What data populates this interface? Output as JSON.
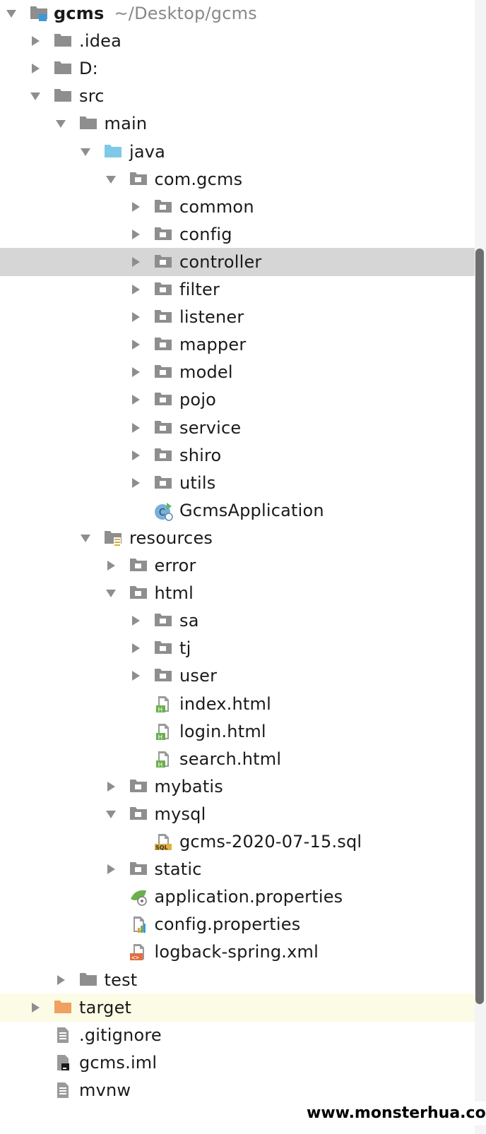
{
  "colors": {
    "folder": "#8e8e8e",
    "source_folder": "#7ec8e8",
    "excluded_folder": "#f0a060",
    "arrow": "#8e8e8e",
    "selected_row": "#d6d6d6",
    "highlight_row": "#fcfbe5"
  },
  "project": {
    "name": "gcms",
    "path": "~/Desktop/gcms"
  },
  "tree": [
    {
      "label": "gcms",
      "depth": 0,
      "arrow": "down",
      "icon": "module-folder-icon",
      "name": "tree-item-gcms",
      "root": true
    },
    {
      "label": ".idea",
      "depth": 1,
      "arrow": "right",
      "icon": "folder-icon",
      "name": "tree-item-idea"
    },
    {
      "label": "D:",
      "depth": 1,
      "arrow": "right",
      "icon": "folder-icon",
      "name": "tree-item-d"
    },
    {
      "label": "src",
      "depth": 1,
      "arrow": "down",
      "icon": "folder-icon",
      "name": "tree-item-src"
    },
    {
      "label": "main",
      "depth": 2,
      "arrow": "down",
      "icon": "folder-icon",
      "name": "tree-item-main"
    },
    {
      "label": "java",
      "depth": 3,
      "arrow": "down",
      "icon": "source-folder-icon",
      "name": "tree-item-java"
    },
    {
      "label": "com.gcms",
      "depth": 4,
      "arrow": "down",
      "icon": "package-icon",
      "name": "tree-item-com-gcms"
    },
    {
      "label": "common",
      "depth": 5,
      "arrow": "right",
      "icon": "package-icon",
      "name": "tree-item-common"
    },
    {
      "label": "config",
      "depth": 5,
      "arrow": "right",
      "icon": "package-icon",
      "name": "tree-item-config"
    },
    {
      "label": "controller",
      "depth": 5,
      "arrow": "right",
      "icon": "package-icon",
      "name": "tree-item-controller",
      "selected": true
    },
    {
      "label": "filter",
      "depth": 5,
      "arrow": "right",
      "icon": "package-icon",
      "name": "tree-item-filter"
    },
    {
      "label": "listener",
      "depth": 5,
      "arrow": "right",
      "icon": "package-icon",
      "name": "tree-item-listener"
    },
    {
      "label": "mapper",
      "depth": 5,
      "arrow": "right",
      "icon": "package-icon",
      "name": "tree-item-mapper"
    },
    {
      "label": "model",
      "depth": 5,
      "arrow": "right",
      "icon": "package-icon",
      "name": "tree-item-model"
    },
    {
      "label": "pojo",
      "depth": 5,
      "arrow": "right",
      "icon": "package-icon",
      "name": "tree-item-pojo"
    },
    {
      "label": "service",
      "depth": 5,
      "arrow": "right",
      "icon": "package-icon",
      "name": "tree-item-service"
    },
    {
      "label": "shiro",
      "depth": 5,
      "arrow": "right",
      "icon": "package-icon",
      "name": "tree-item-shiro"
    },
    {
      "label": "utils",
      "depth": 5,
      "arrow": "right",
      "icon": "package-icon",
      "name": "tree-item-utils"
    },
    {
      "label": "GcmsApplication",
      "depth": 5,
      "arrow": "none",
      "icon": "spring-class-icon",
      "name": "tree-item-gcms-application"
    },
    {
      "label": "resources",
      "depth": 3,
      "arrow": "down",
      "icon": "resources-folder-icon",
      "name": "tree-item-resources"
    },
    {
      "label": "error",
      "depth": 4,
      "arrow": "right",
      "icon": "package-icon",
      "name": "tree-item-error"
    },
    {
      "label": "html",
      "depth": 4,
      "arrow": "down",
      "icon": "package-icon",
      "name": "tree-item-html"
    },
    {
      "label": "sa",
      "depth": 5,
      "arrow": "right",
      "icon": "package-icon",
      "name": "tree-item-sa"
    },
    {
      "label": "tj",
      "depth": 5,
      "arrow": "right",
      "icon": "package-icon",
      "name": "tree-item-tj"
    },
    {
      "label": "user",
      "depth": 5,
      "arrow": "right",
      "icon": "package-icon",
      "name": "tree-item-user"
    },
    {
      "label": "index.html",
      "depth": 5,
      "arrow": "none",
      "icon": "html-file-icon",
      "name": "tree-item-index-html"
    },
    {
      "label": "login.html",
      "depth": 5,
      "arrow": "none",
      "icon": "html-file-icon",
      "name": "tree-item-login-html"
    },
    {
      "label": "search.html",
      "depth": 5,
      "arrow": "none",
      "icon": "html-file-icon",
      "name": "tree-item-search-html"
    },
    {
      "label": "mybatis",
      "depth": 4,
      "arrow": "right",
      "icon": "package-icon",
      "name": "tree-item-mybatis"
    },
    {
      "label": "mysql",
      "depth": 4,
      "arrow": "down",
      "icon": "package-icon",
      "name": "tree-item-mysql"
    },
    {
      "label": "gcms-2020-07-15.sql",
      "depth": 5,
      "arrow": "none",
      "icon": "sql-file-icon",
      "name": "tree-item-sql-file"
    },
    {
      "label": "static",
      "depth": 4,
      "arrow": "right",
      "icon": "package-icon",
      "name": "tree-item-static"
    },
    {
      "label": "application.properties",
      "depth": 4,
      "arrow": "none",
      "icon": "spring-properties-icon",
      "name": "tree-item-application-properties"
    },
    {
      "label": "config.properties",
      "depth": 4,
      "arrow": "none",
      "icon": "properties-file-icon",
      "name": "tree-item-config-properties"
    },
    {
      "label": "logback-spring.xml",
      "depth": 4,
      "arrow": "none",
      "icon": "xml-file-icon",
      "name": "tree-item-logback-xml"
    },
    {
      "label": "test",
      "depth": 2,
      "arrow": "right",
      "icon": "folder-icon",
      "name": "tree-item-test"
    },
    {
      "label": "target",
      "depth": 1,
      "arrow": "right",
      "icon": "excluded-folder-icon",
      "name": "tree-item-target",
      "highlight": true
    },
    {
      "label": ".gitignore",
      "depth": 1,
      "arrow": "none",
      "icon": "text-file-icon",
      "name": "tree-item-gitignore"
    },
    {
      "label": "gcms.iml",
      "depth": 1,
      "arrow": "none",
      "icon": "iml-file-icon",
      "name": "tree-item-gcms-iml"
    },
    {
      "label": "mvnw",
      "depth": 1,
      "arrow": "none",
      "icon": "text-file-icon",
      "name": "tree-item-mvnw"
    }
  ],
  "watermark": "www.monsterhua.com"
}
